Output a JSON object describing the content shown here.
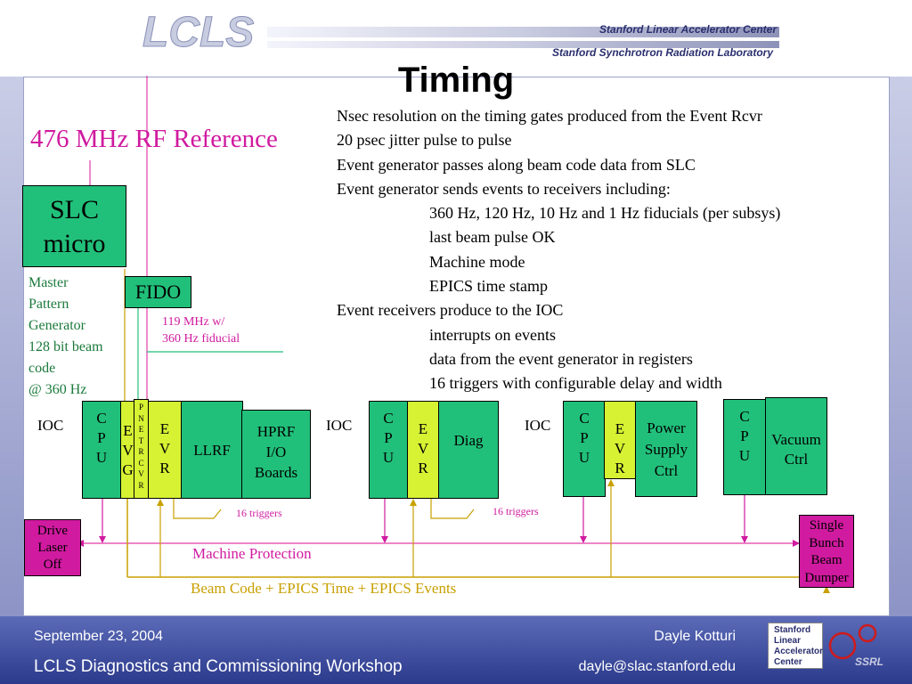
{
  "header": {
    "logo_text": "LCLS",
    "slac_name": "Stanford Linear Accelerator Center",
    "ssrl_name": "Stanford Synchrotron Radiation Laboratory",
    "title": "Timing"
  },
  "diagram": {
    "rf_reference": "476 MHz RF Reference",
    "slc_micro_line1": "SLC",
    "slc_micro_line2": "micro",
    "master_pattern": [
      "Master",
      "Pattern",
      "Generator",
      "128 bit beam",
      "code",
      "@ 360 Hz"
    ],
    "fido": "FIDO",
    "fiducial_note": [
      "119 MHz w/",
      "360 Hz fiducial"
    ],
    "ioc_label": "IOC",
    "cpu": [
      "C",
      "P",
      "U"
    ],
    "evg": [
      "E",
      "V",
      "G"
    ],
    "pnet": [
      "P",
      "N",
      "E",
      "T",
      "R",
      "C",
      "V",
      "R"
    ],
    "evr": [
      "E",
      "V",
      "R"
    ],
    "llrf": "LLRF",
    "hprf": [
      "HPRF",
      "I/O",
      "Boards"
    ],
    "diag": "Diag",
    "power_supply": [
      "Power",
      "Supply",
      "Ctrl"
    ],
    "vacuum": [
      "Vacuum",
      "Ctrl"
    ],
    "triggers_label": "16  triggers",
    "drive_laser": [
      "Drive",
      "Laser",
      "Off"
    ],
    "single_bunch": [
      "Single",
      "Bunch",
      "Beam",
      "Dumper"
    ],
    "machine_protection": "Machine Protection",
    "beam_code_bus": "Beam Code + EPICS Time + EPICS Events",
    "colors": {
      "green": "#21c07a",
      "yellow": "#d6f233",
      "magenta": "#d01a9f",
      "gold": "#c8a000",
      "pink_line": "#e23ca8"
    }
  },
  "bullets": [
    {
      "text": "Nsec resolution on the timing gates produced from the Event Rcvr",
      "indent": false
    },
    {
      "text": "20 psec jitter pulse to pulse",
      "indent": false
    },
    {
      "text": "Event generator passes along beam code data from SLC",
      "indent": false
    },
    {
      "text": "Event generator sends events to receivers including:",
      "indent": false
    },
    {
      "text": "360 Hz, 120 Hz, 10 Hz and 1 Hz fiducials (per subsys)",
      "indent": true
    },
    {
      "text": "last beam pulse OK",
      "indent": true
    },
    {
      "text": "Machine mode",
      "indent": true
    },
    {
      "text": "EPICS time stamp",
      "indent": true
    },
    {
      "text": "Event receivers produce to the IOC",
      "indent": false
    },
    {
      "text": "interrupts on events",
      "indent": true
    },
    {
      "text": "data from the event generator in registers",
      "indent": true
    },
    {
      "text": "16 triggers with configurable delay and width",
      "indent": true
    }
  ],
  "footer": {
    "date": "September 23, 2004",
    "author": "Dayle Kotturi",
    "workshop": "LCLS Diagnostics and Commissioning Workshop",
    "email": "dayle@slac.stanford.edu",
    "slac_logo_lines": [
      "Stanford",
      "Linear",
      "Accelerator",
      "Center"
    ],
    "ssrl_logo_text": "SSRL"
  }
}
